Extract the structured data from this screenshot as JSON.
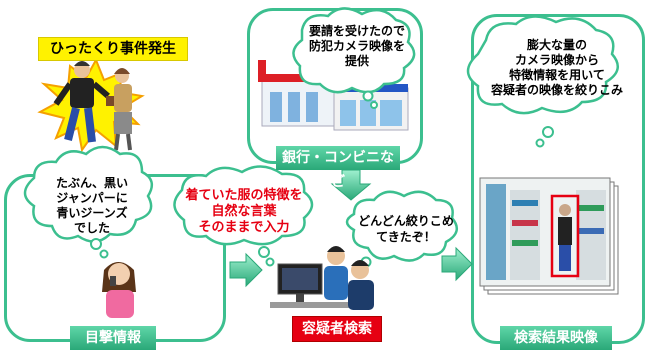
{
  "incident_banner": "ひったくり事件発生",
  "witness": {
    "speech": [
      "たぶん、黒い",
      "ジャンパーに",
      "青いジーンズ",
      "でした"
    ],
    "tab": "目撃情報"
  },
  "bank": {
    "speech": [
      "要請を受けたので",
      "防犯カメラ映像を",
      "提供"
    ],
    "tab": "銀行・コンビニなど"
  },
  "search": {
    "instruction": [
      "着ていた服の特徴を",
      "自然な言葉",
      "そのままで入力"
    ],
    "speech": [
      "どんどん絞りこめ",
      "てきたぞ！"
    ],
    "tab": "容疑者検索"
  },
  "results": {
    "speech": [
      "膨大な量の",
      "カメラ映像から",
      "特徴情報を用いて",
      "容疑者の映像を絞りこみ"
    ],
    "tab": "検索結果映像"
  },
  "colors": {
    "panel_border": "#3cbf8f",
    "tab_green": "#2aa878",
    "instruction_red": "#e60012",
    "banner_yellow": "#fff200",
    "arrow_green": "#3cbf8f"
  }
}
